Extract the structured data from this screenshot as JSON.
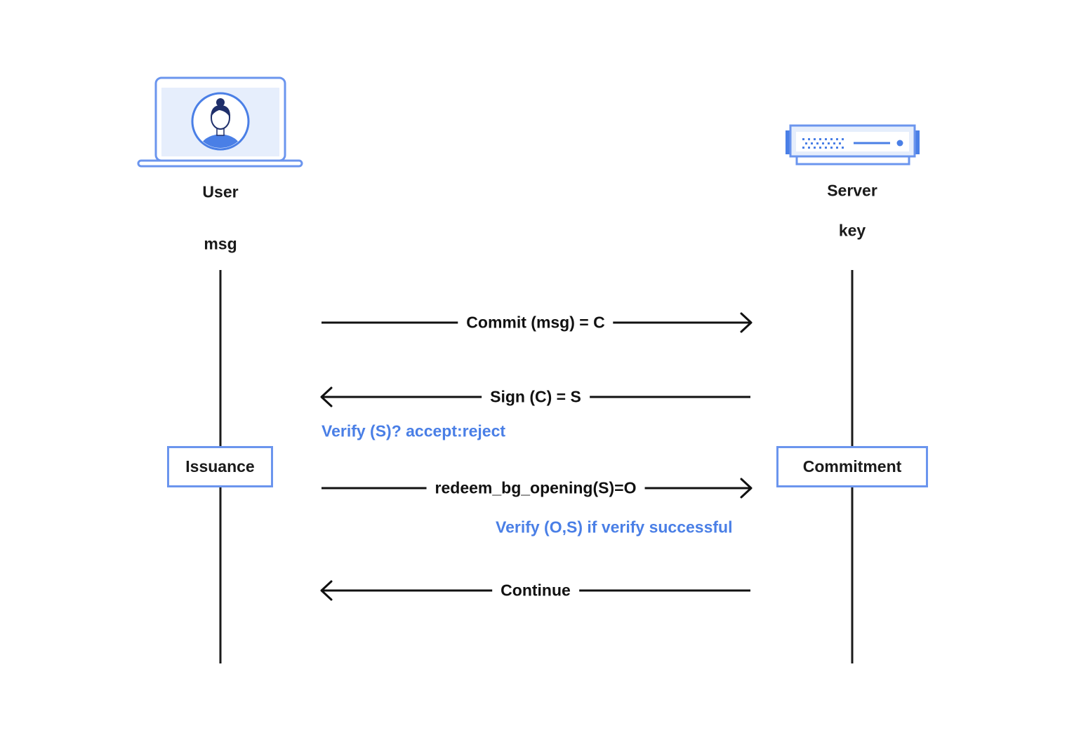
{
  "actors": {
    "user": {
      "name": "User",
      "param": "msg",
      "icon": "laptop-user-icon"
    },
    "server": {
      "name": "Server",
      "param": "key",
      "icon": "server-icon"
    }
  },
  "phases": {
    "left": "Issuance",
    "right": "Commitment"
  },
  "messages": [
    {
      "label": "Commit (msg) = C",
      "direction": "right"
    },
    {
      "label": "Sign (C) = S",
      "direction": "left"
    },
    {
      "label": "redeem_bg_opening(S)=O",
      "direction": "right"
    },
    {
      "label": "Continue",
      "direction": "left"
    }
  ],
  "notes": {
    "verify_signature": "Verify (S)? accept:reject",
    "verify_opening": "Verify (O,S) if verify successful"
  },
  "colors": {
    "accent": "#4a7fe6",
    "accent_light": "#6b95ee",
    "line": "#1a1a1a"
  }
}
